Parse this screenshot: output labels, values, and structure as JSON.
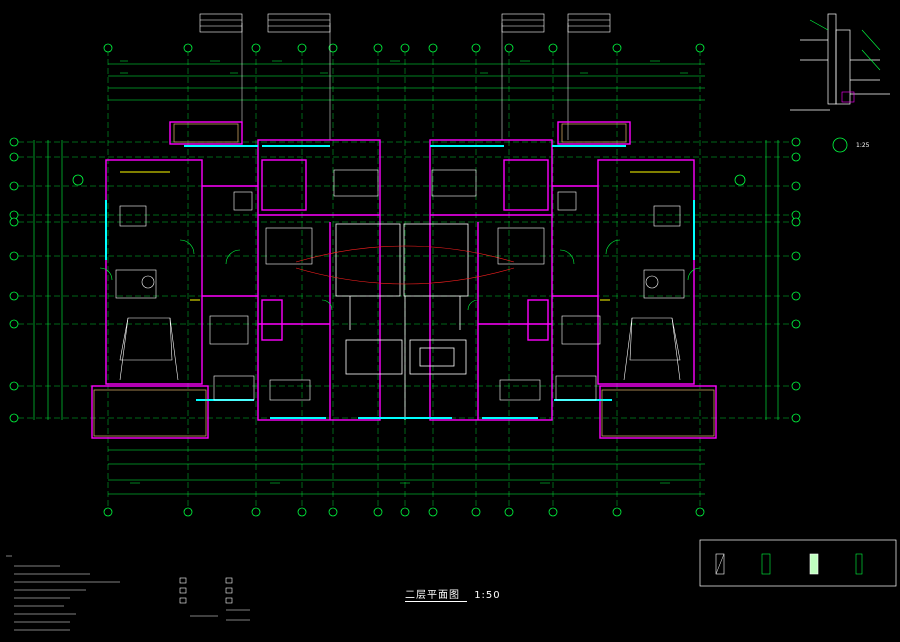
{
  "drawing": {
    "title": "二层平面图",
    "scale": "1:50",
    "detail_scale": "1:25"
  },
  "colors": {
    "background": "#000000",
    "axis_green": "#00ff40",
    "wall_magenta": "#ff00ff",
    "window_cyan": "#00ffff",
    "text_white": "#ffffff",
    "dim_green": "#00c840",
    "red": "#ff2020",
    "yellow": "#ffff00"
  }
}
